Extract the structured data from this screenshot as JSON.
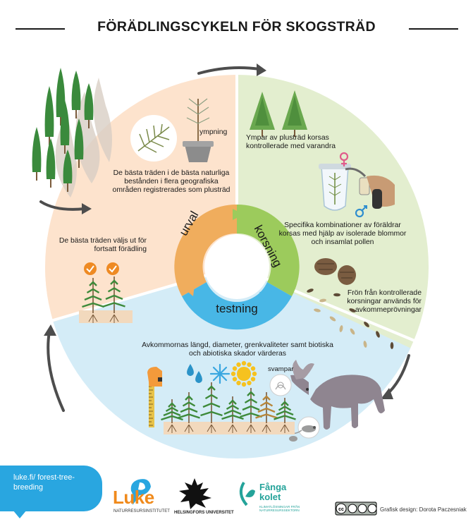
{
  "header": {
    "title": "FÖRÄDLINGSCYKELN FÖR SKOGSTRÄD"
  },
  "cycle": {
    "center": {
      "urval": "urval",
      "korsning": "korsning",
      "testning": "testning"
    },
    "labels": {
      "ympning": "ympning",
      "plustrad": "De bästa träden i de bästa naturliga bestånden i flera geografiska områden registrerades som plusträd",
      "ympar": "Ympar av plusträd korsas kontrollerade med varandra",
      "specifika": "Specifika kombinationer av föräldrar korsas med hjälp av isolerade blommor och insamlat pollen",
      "fron": "Frön från kontrollerade korsningar används för avkommeprövningar",
      "avkomm": "Avkommornas längd, diameter, grenkvaliteter samt biotiska och abiotiska skador värderas",
      "svampar": "svampar",
      "valjs": "De bästa träden väljs ut för fortsatt förädling"
    },
    "colors": {
      "peach": "#fde3cd",
      "green": "#e3eecf",
      "blue": "#d4ecf7",
      "orange": "#f0ad5d",
      "lime": "#9ccb5c",
      "sky": "#48b7e6",
      "tree": "#3d8a3a"
    }
  },
  "footer": {
    "link": "luke.fi/ forest-tree-breeding",
    "luke": "Luke",
    "luke_sub": "NATURRESURSINSTITUTET",
    "hu": "HELSINGFORS UNIVERSITET",
    "fanga": "Fånga kolet",
    "fanga_sub": "KLIMATLÖSNINGAR FRÅN NATURRESURSSEKTORN",
    "credit": "Grafisk design: Dorota Paczesniak"
  }
}
